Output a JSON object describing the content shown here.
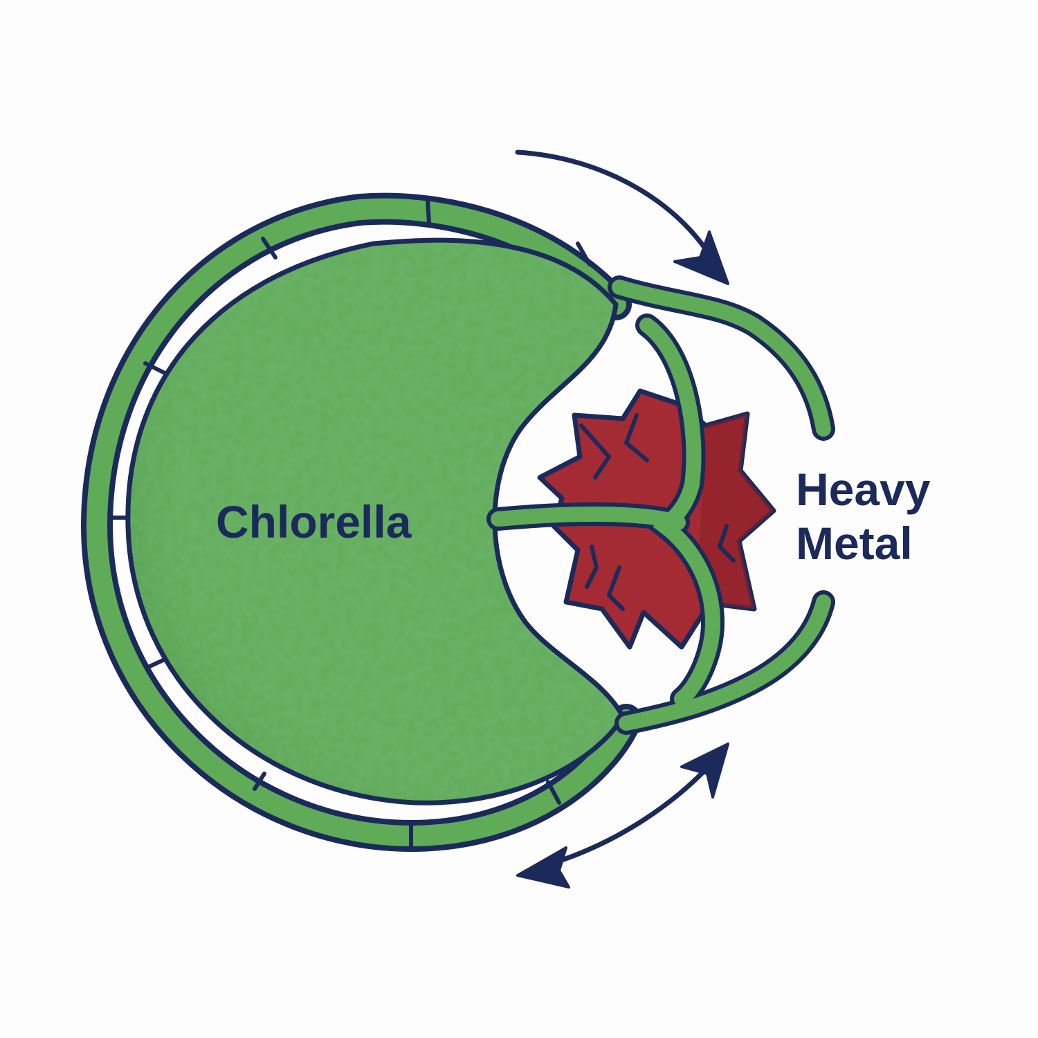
{
  "labels": {
    "cell": "Chlorella",
    "metal_line1": "Heavy",
    "metal_line2": "Metal"
  },
  "colors": {
    "outline": "#1b2a5a",
    "cell_fill": "#64ae5f",
    "cell_shade": "#4f9a4a",
    "wall_fill": "#5fab58",
    "metal_fill": "#a42a33",
    "metal_shade": "#8b1f28",
    "background": "#fdfdfd"
  },
  "icons": {
    "top_arrow": "curved-arrow-down-icon",
    "bottom_arrow": "double-headed-curved-arrow-icon"
  }
}
